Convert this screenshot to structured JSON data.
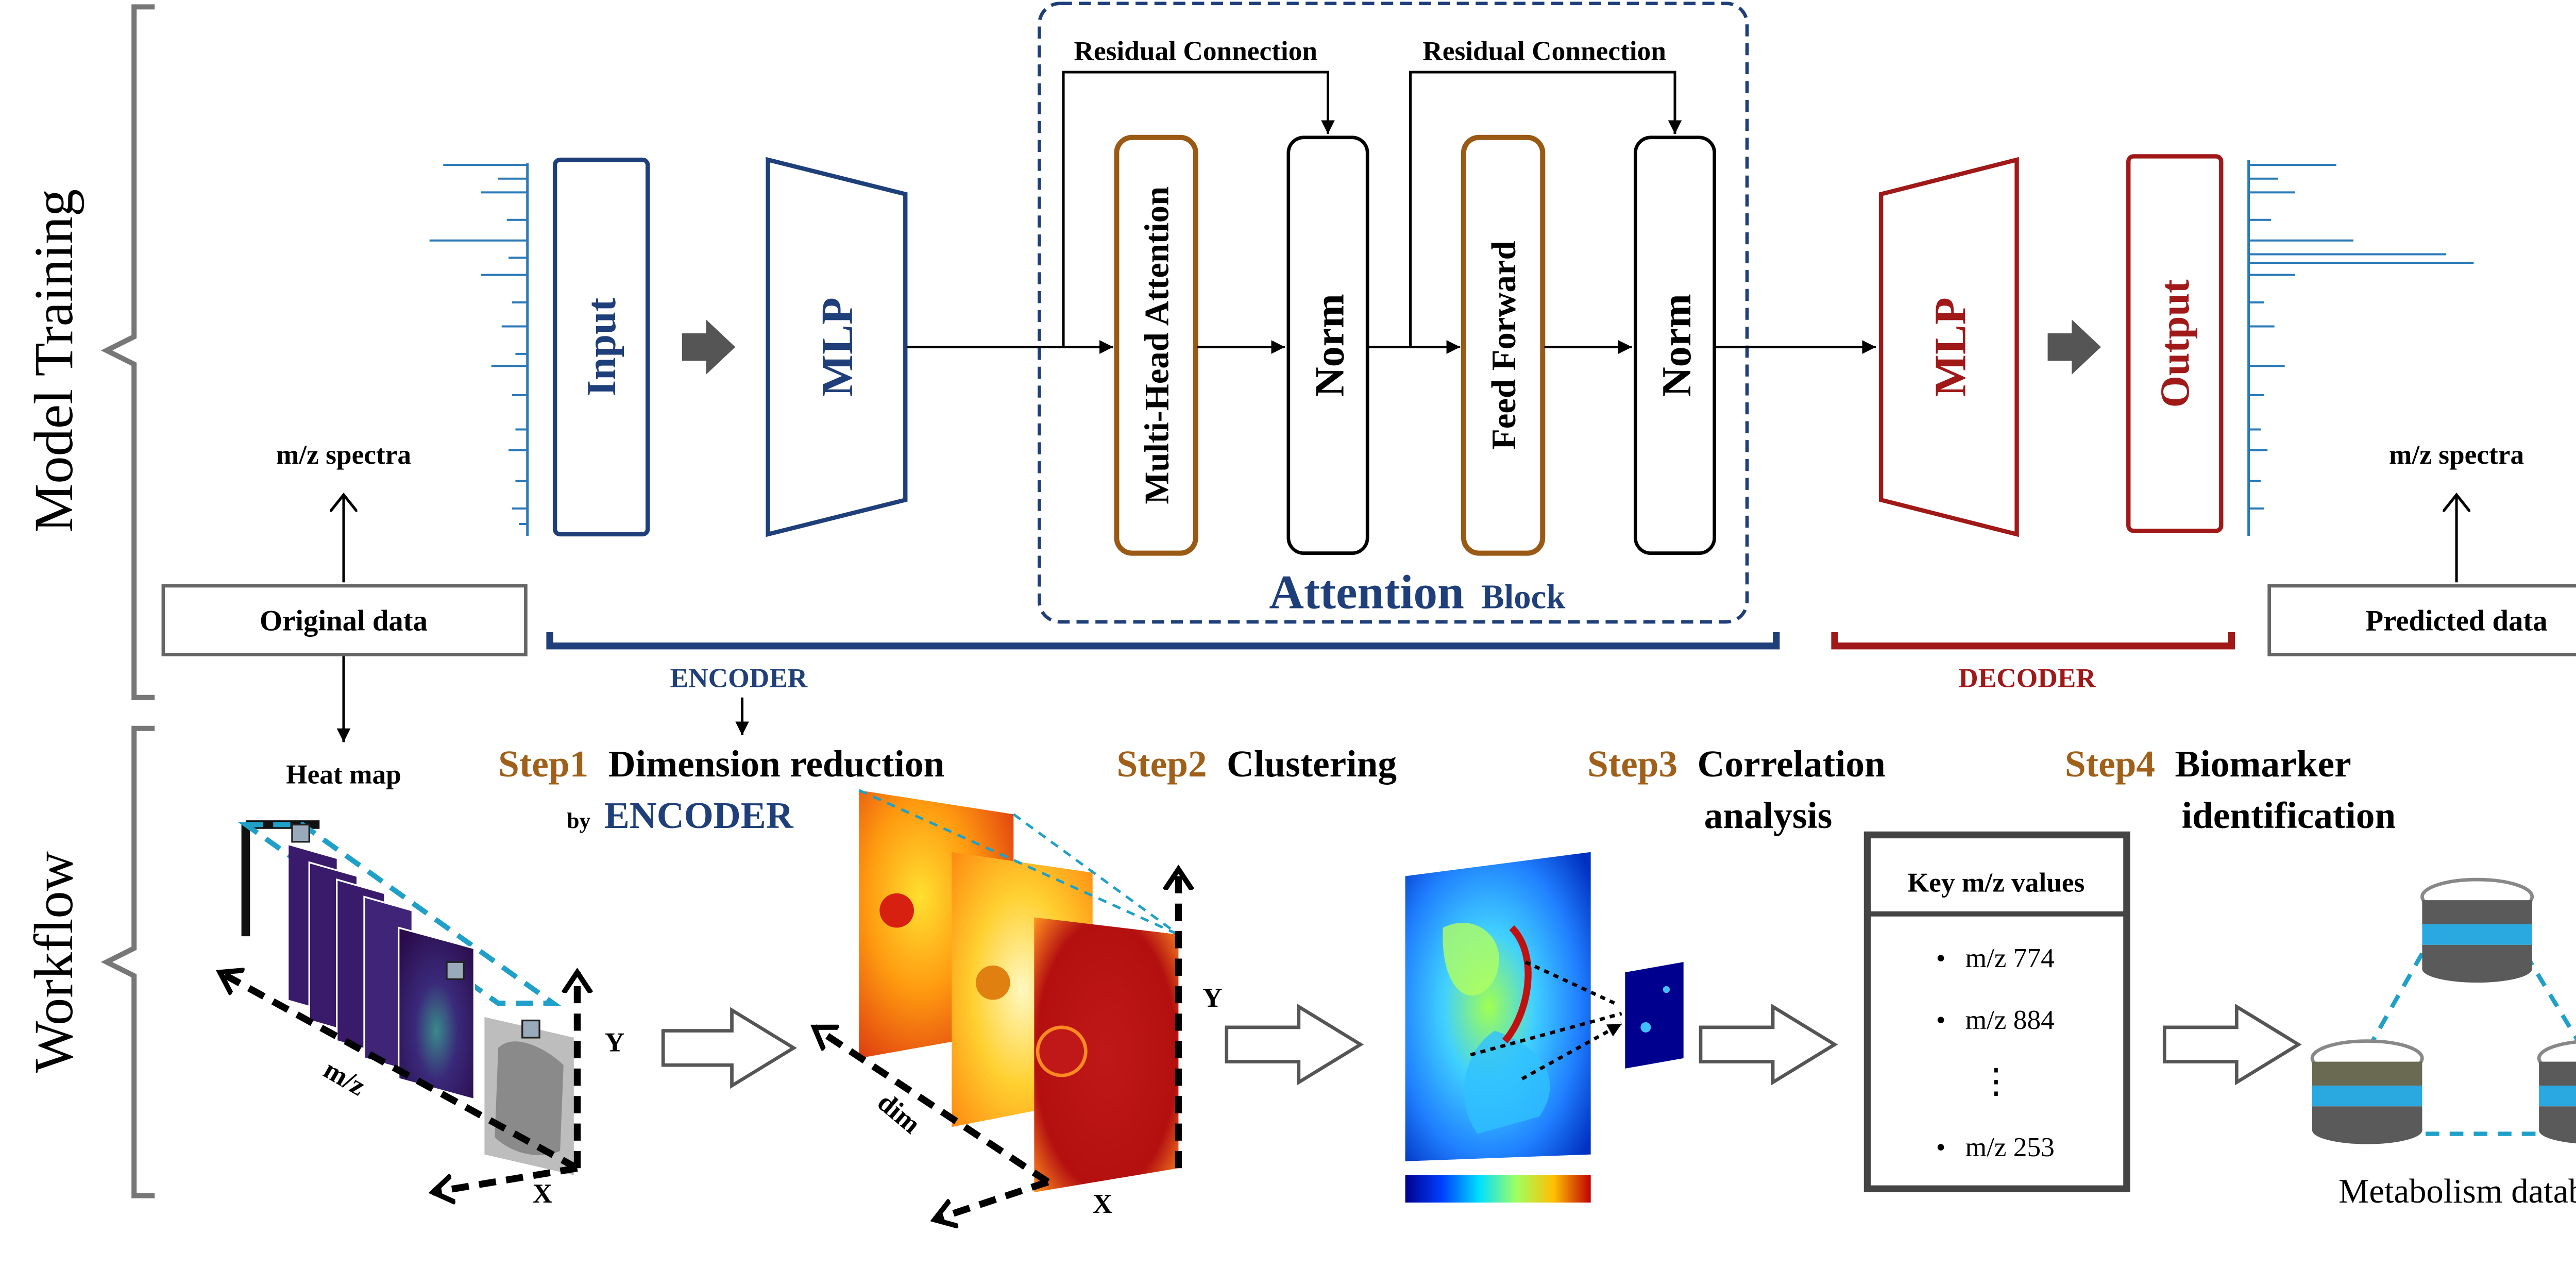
{
  "sections": {
    "model_training": "Model Training",
    "workflow": "Workflow"
  },
  "training": {
    "original_data": "Original data",
    "predicted_data": "Predicted data",
    "spectra_label_left": "m/z spectra",
    "spectra_label_right": "m/z spectra",
    "input": "Input",
    "mlp_encoder": "MLP",
    "multi_head_attention": "Multi-Head Attention",
    "norm_1": "Norm",
    "feed_forward": "Feed Forward",
    "norm_2": "Norm",
    "mlp_decoder": "MLP",
    "output": "Output",
    "residual_1": "Residual Connection",
    "residual_2": "Residual Connection",
    "attention_word": "Attention",
    "block_word": "Block",
    "encoder_bracket": "ENCODER",
    "decoder_bracket": "DECODER"
  },
  "workflow": {
    "heat_map": "Heat map",
    "step1_tag": "Step1",
    "step1_text": "Dimension reduction",
    "step1_by": "by",
    "step1_encoder": "ENCODER",
    "step2_tag": "Step2",
    "step2_text": "Clustering",
    "step3_tag": "Step3",
    "step3_line1": "Correlation",
    "step3_line2": "analysis",
    "step4_tag": "Step4",
    "step4_line1": "Biomarker",
    "step4_line2": "identification",
    "axis_mz": "m/z",
    "axis_x1": "X",
    "axis_y1": "Y",
    "axis_dim": "dim",
    "axis_x2": "X",
    "axis_y2": "Y",
    "key_title": "Key m/z values",
    "key_values": [
      "m/z 774",
      "m/z 884",
      "m/z 253"
    ],
    "key_ellipsis": "⋮",
    "database": "Metabolism database"
  },
  "colors": {
    "encoder_blue": "#1f3f7a",
    "decoder_red": "#a01818",
    "step_orange": "#a0601a",
    "ffn_border": "#9a5a14",
    "spectrum_blue": "#2a7ab8",
    "cyan_dash": "#1fa0c8"
  }
}
